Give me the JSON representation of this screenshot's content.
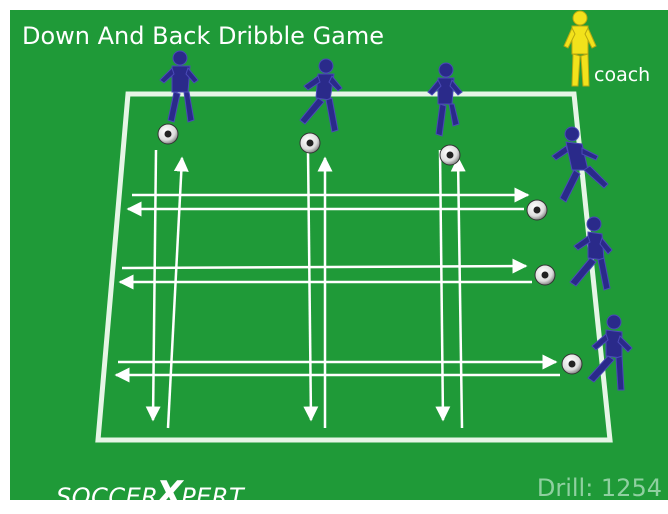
{
  "title": "Down And Back Dribble Game",
  "coach_label": "coach",
  "logo": {
    "left": "SOCCER",
    "mark": "X",
    "right": "PERT"
  },
  "drill": "Drill: 1254",
  "colors": {
    "field": "#1f9a38",
    "lines": "#e6f5e6",
    "player": "#2a2a8a",
    "coach": "#f2e21b"
  },
  "figures": {
    "players": [
      "player",
      "player",
      "player",
      "player",
      "player",
      "player"
    ],
    "coach": "coach",
    "balls": [
      "soccer-ball",
      "soccer-ball",
      "soccer-ball",
      "soccer-ball",
      "soccer-ball",
      "soccer-ball"
    ]
  }
}
